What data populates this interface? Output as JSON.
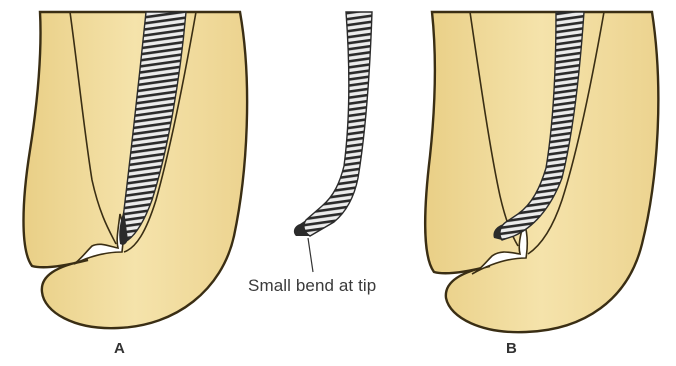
{
  "panels": [
    {
      "label": "A"
    },
    {
      "label": "B"
    }
  ],
  "annotation": "Small bend at tip",
  "colors": {
    "tooth_fill": "#f3dfa2",
    "tooth_outline": "#3a2e14",
    "file_dark": "#2b2b2b",
    "file_light": "#e8e8e8"
  }
}
